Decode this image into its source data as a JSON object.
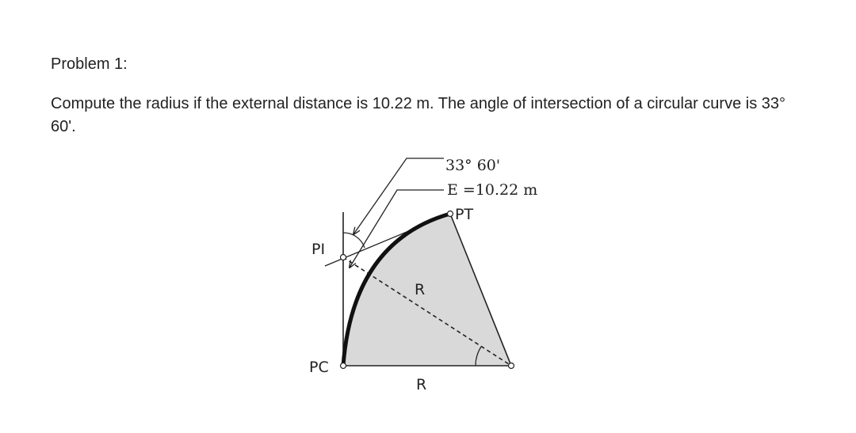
{
  "problem": {
    "title": "Problem 1:",
    "text": "Compute the radius if the external distance is 10.22 m. The angle of intersection of a circular curve is 33° 60'."
  },
  "diagram": {
    "angle_label": "33° 60'",
    "external_label": "E =10.22 m",
    "pt_label": "PT",
    "pi_label": "PI",
    "pc_label": "PC",
    "radius_label_diagonal": "R",
    "radius_label_bottom": "R",
    "colors": {
      "sector_fill": "#d9d9d9",
      "line": "#222222"
    }
  }
}
